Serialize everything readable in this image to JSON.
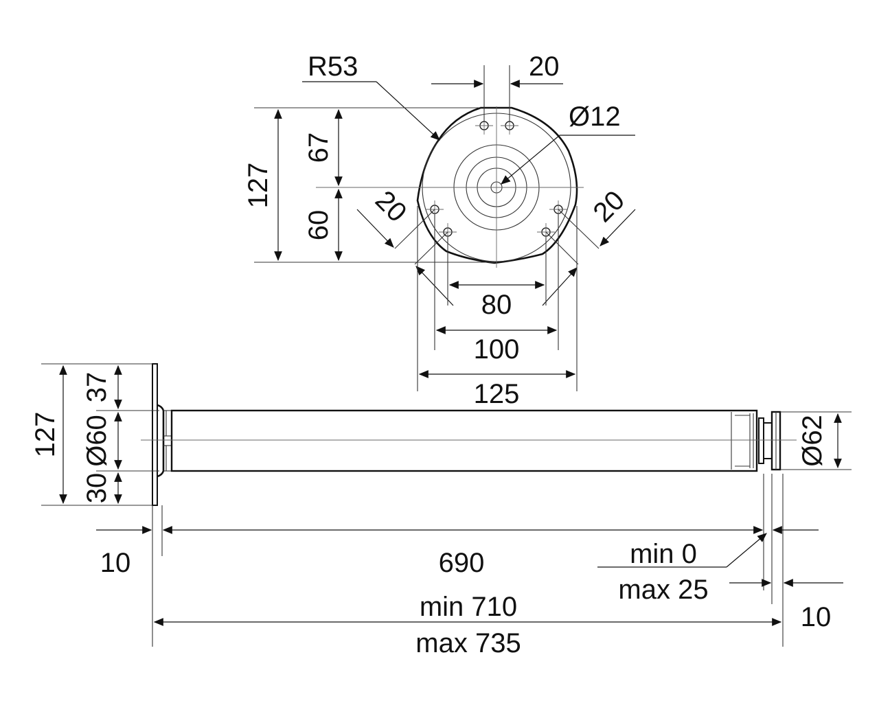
{
  "labels": {
    "r53": "R53",
    "top_20": "20",
    "d12": "Ø12",
    "h127_top": "127",
    "h67": "67",
    "h60": "60",
    "diag_20_left": "20",
    "diag_20_right": "20",
    "w80": "80",
    "w100": "100",
    "w125": "125",
    "side_127": "127",
    "side_37": "37",
    "side_d60": "Ø60",
    "side_30": "30",
    "d62": "Ø62",
    "len_10_left": "10",
    "len_690": "690",
    "adj_min": "min 0",
    "adj_max": "max 25",
    "total_min": "min 710",
    "total_max": "max 735",
    "len_10_right": "10"
  }
}
